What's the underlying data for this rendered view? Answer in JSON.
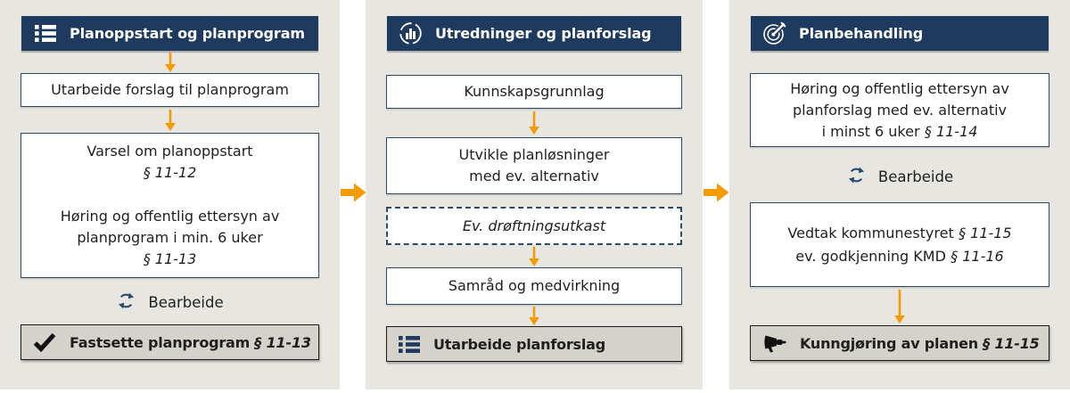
{
  "diagram_title": "Kommuneplanprosess fasediagram",
  "colors": {
    "panel_bg": "#e8e6e1",
    "header_navy": "#1e3a5e",
    "box_border_navy": "#2c4a6e",
    "arrow_orange": "#f39b00",
    "milestone_bg": "#d5d1cb",
    "milestone_border": "#1a1a1a",
    "text": "#1f1f1f"
  },
  "columns": [
    {
      "header": {
        "label": "Planoppstart og planprogram",
        "icon": "list-icon"
      },
      "box_forslag": "Utarbeide forslag til planprogram",
      "box_varsel": {
        "line1": "Varsel om planoppstart",
        "ref1": "§ 11-12",
        "line2a": "Høring og offentlig ettersyn av",
        "line2b": "planprogram i min. 6 uker",
        "ref2": "§ 11-13"
      },
      "bearbeide_label": "Bearbeide",
      "final": {
        "label": "Fastsette planprogram",
        "ref": "§ 11-13",
        "icon": "check-icon"
      }
    },
    {
      "header": {
        "label": "Utredninger og planforslag",
        "icon": "bar-chart-circle-icon"
      },
      "box_kunnskap": "Kunnskapsgrunnlag",
      "box_utvikle": {
        "line1": "Utvikle planløsninger",
        "line2": "med ev. alternativ"
      },
      "box_droft": "Ev. drøftningsutkast",
      "box_samrad": "Samråd og medvirkning",
      "final": {
        "label": "Utarbeide planforslag",
        "icon": "list-icon"
      }
    },
    {
      "header": {
        "label": "Planbehandling",
        "icon": "target-dart-icon"
      },
      "box_horing": {
        "line1": "Høring og offentlig ettersyn av",
        "line2": "planforslag med ev. alternativ",
        "line3": "i minst 6 uker",
        "ref": "§ 11-14"
      },
      "bearbeide_label": "Bearbeide",
      "box_vedtak": {
        "line1": "Vedtak kommunestyret",
        "ref1": "§ 11-15",
        "line2": "ev. godkjenning KMD",
        "ref2": "§ 11-16"
      },
      "final": {
        "label": "Kunngjøring av planen",
        "ref": "§ 11-15",
        "icon": "megaphone-icon"
      }
    }
  ]
}
